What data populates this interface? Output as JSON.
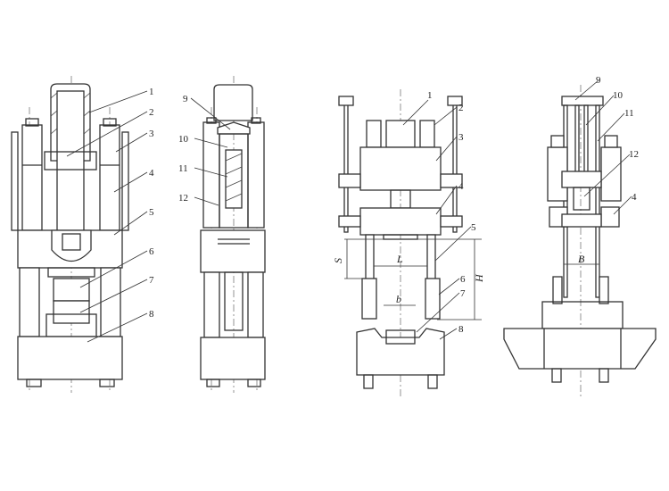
{
  "figure": {
    "view_a_labels": [
      "1",
      "2",
      "3",
      "4",
      "5",
      "6",
      "7",
      "8"
    ],
    "view_b_labels": [
      "9",
      "10",
      "11",
      "12"
    ],
    "view_c_labels": [
      "1",
      "2",
      "3",
      "4",
      "5",
      "6",
      "7",
      "8"
    ],
    "view_c_dimensions": {
      "stroke": "S",
      "span": "L",
      "height": "H",
      "die_width": "b"
    },
    "view_d_labels": [
      "9",
      "10",
      "11",
      "12",
      "4"
    ],
    "view_d_dimensions": {
      "width": "B"
    }
  }
}
